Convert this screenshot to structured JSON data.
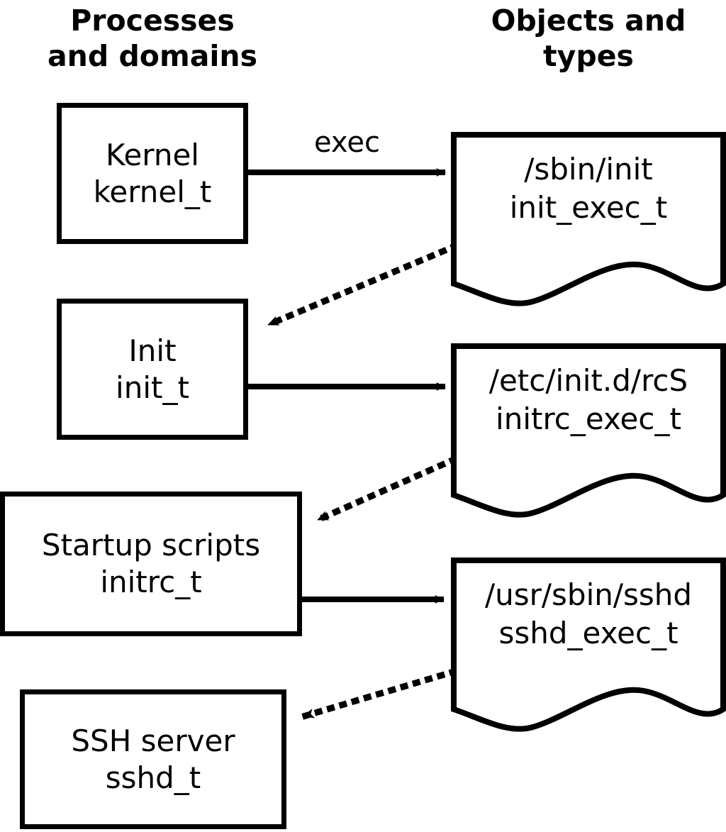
{
  "diagram": {
    "title": "SELinux process domains and object types transition diagram",
    "stroke_color": "#000000",
    "fill_color": "#ffffff",
    "headers": {
      "left": "Processes\nand domains",
      "right": "Objects and\ntypes"
    },
    "process_boxes": [
      {
        "id": "kernel",
        "name": "Kernel",
        "type": "kernel_t",
        "text": "Kernel\nkernel_t"
      },
      {
        "id": "init",
        "name": "Init",
        "type": "init_t",
        "text": "Init\ninit_t"
      },
      {
        "id": "initrc",
        "name": "Startup scripts",
        "type": "initrc_t",
        "text": "Startup scripts\ninitrc_t"
      },
      {
        "id": "sshd",
        "name": "SSH server",
        "type": "sshd_t",
        "text": "SSH server\nsshd_t"
      }
    ],
    "object_docs": [
      {
        "id": "init_exec",
        "path": "/sbin/init",
        "type": "init_exec_t",
        "text": "/sbin/init\ninit_exec_t"
      },
      {
        "id": "initrc_exec",
        "path": "/etc/init.d/rcS",
        "type": "initrc_exec_t",
        "text": "/etc/init.d/rcS\ninitrc_exec_t"
      },
      {
        "id": "sshd_exec",
        "path": "/usr/sbin/sshd",
        "type": "sshd_exec_t",
        "text": "/usr/sbin/sshd\nsshd_exec_t"
      }
    ],
    "edges": [
      {
        "id": "kernel-exec-init",
        "from": "kernel",
        "to": "init_exec",
        "style": "solid",
        "label": "exec"
      },
      {
        "id": "init_exec-to-init",
        "from": "init_exec",
        "to": "init",
        "style": "dotted",
        "label": ""
      },
      {
        "id": "init-exec-initrc",
        "from": "init",
        "to": "initrc_exec",
        "style": "solid",
        "label": ""
      },
      {
        "id": "initrc_exec-to-initrc",
        "from": "initrc_exec",
        "to": "initrc",
        "style": "dotted",
        "label": ""
      },
      {
        "id": "initrc-exec-sshd",
        "from": "initrc",
        "to": "sshd_exec",
        "style": "solid",
        "label": ""
      },
      {
        "id": "sshd_exec-to-sshd",
        "from": "sshd_exec",
        "to": "sshd",
        "style": "dotted",
        "label": ""
      }
    ],
    "edge_labels": {
      "exec": "exec"
    }
  }
}
